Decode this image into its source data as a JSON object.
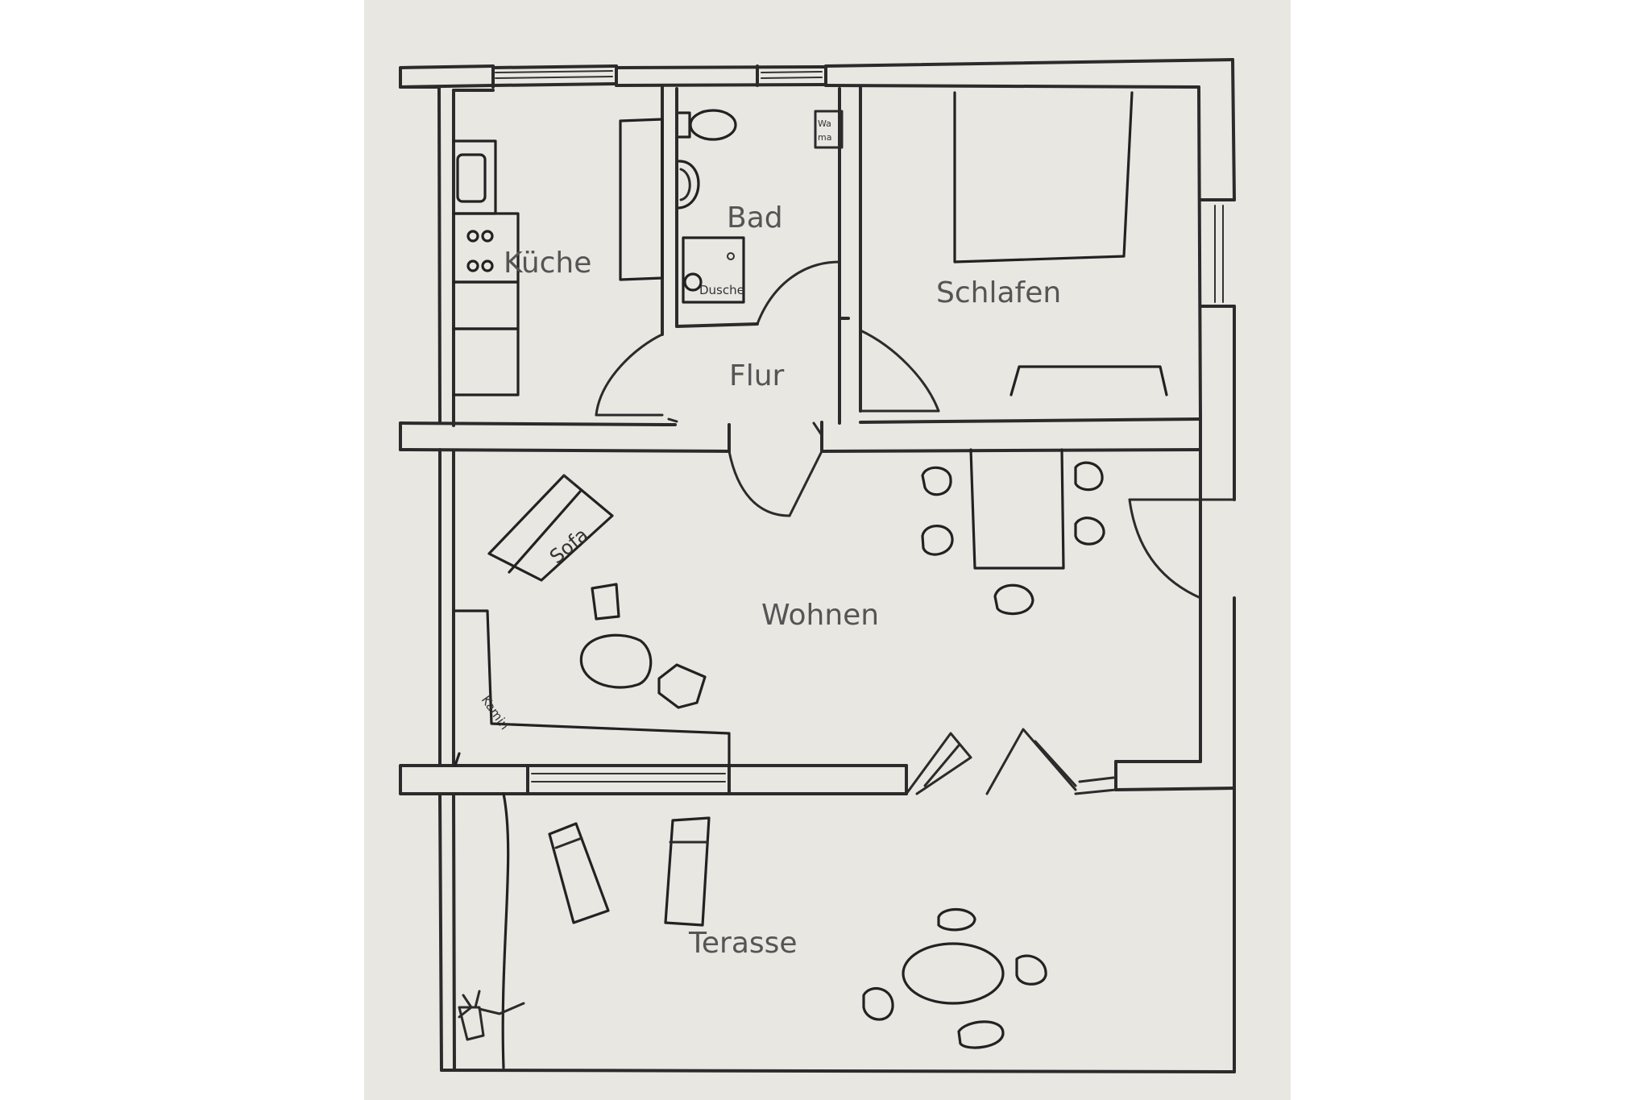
{
  "rooms": {
    "kueche": "Küche",
    "bad": "Bad",
    "schlafen": "Schlafen",
    "flur": "Flur",
    "wohnen": "Wohnen",
    "terasse": "Terasse"
  },
  "annotations": {
    "dusche": "Dusche",
    "sofa": "Sofa",
    "kamin": "Kamin",
    "wm_top": "Wa",
    "wm_bottom": "ma"
  },
  "colors": {
    "paper": "#e8e7e2",
    "ink": "#2b2b2b",
    "label": "#555555"
  }
}
